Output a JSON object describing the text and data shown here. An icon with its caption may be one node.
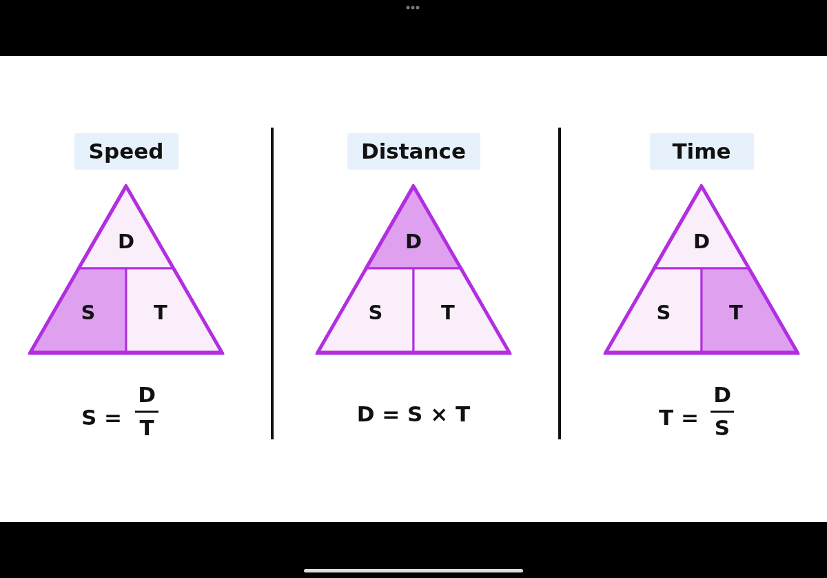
{
  "diagram": {
    "nodes": [
      {
        "text": [
          "Speed"
        ]
      },
      {
        "text": [],
        "shape": "triangle"
      },
      {
        "text": [
          "D"
        ],
        "in": 1
      },
      {
        "text": [
          "S"
        ],
        "in": 1
      },
      {
        "text": [
          "T"
        ],
        "in": 1
      },
      {
        "text": [
          "Distance"
        ]
      },
      {
        "text": [],
        "shape": "triangle"
      },
      {
        "text": [
          "D"
        ],
        "in": 6
      },
      {
        "text": [
          "S"
        ],
        "in": 6
      },
      {
        "text": [
          "T"
        ],
        "in": 6
      },
      {
        "text": [
          "Time"
        ]
      },
      {
        "text": [],
        "shape": "triangle"
      },
      {
        "text": [
          "D"
        ],
        "in": 11
      },
      {
        "text": [
          "S"
        ],
        "in": 11
      },
      {
        "text": [
          "T"
        ],
        "in": 11
      }
    ],
    "edges": [],
    "labels": [
      "S =",
      "D",
      "T",
      "D = S × T",
      "T =",
      "D",
      "S"
    ]
  }
}
